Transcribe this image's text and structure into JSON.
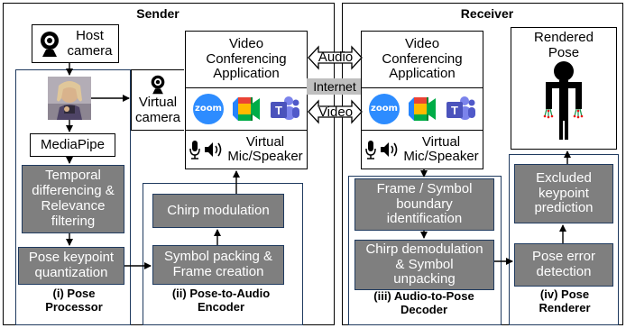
{
  "colors": {
    "gray_box": "#7f7f7f",
    "zoom_blue": "#2d8cff",
    "teams_purple": "#5b5fc7",
    "meet_green": "#00ac47",
    "meet_yellow": "#ffba00",
    "meet_red": "#ea4335",
    "meet_blue": "#2684fc",
    "internet_gray": "#bfbfbf",
    "frame_stroke": "#000000"
  },
  "sender": {
    "title": "Sender",
    "host_camera": "Host\ncamera",
    "virtual_camera": "Virtual\ncamera",
    "vc_app": "Video\nConferencing\nApplication",
    "virtual_mic_speaker": "Virtual\nMic/Speaker",
    "mediapipe": "MediaPipe",
    "temporal": "Temporal\ndifferencing &\nRelevance\nfiltering",
    "quantization": "Pose keypoint\nquantization",
    "chirp_mod": "Chirp modulation",
    "symbol_packing": "Symbol packing &\nFrame creation",
    "caption_processor": "(i) Pose\nProcessor",
    "caption_encoder": "(ii) Pose-to-Audio\nEncoder"
  },
  "channel": {
    "audio": "Audio",
    "internet": "Internet",
    "video": "Video"
  },
  "receiver": {
    "title": "Receiver",
    "vc_app": "Video\nConferencing\nApplication",
    "virtual_mic_speaker": "Virtual\nMic/Speaker",
    "rendered_pose": "Rendered\nPose",
    "boundary": "Frame / Symbol\nboundary\nidentification",
    "chirp_demod": "Chirp demodulation\n& Symbol\nunpacking",
    "excluded": "Excluded\nkeypoint\nprediction",
    "pose_error": "Pose error\ndetection",
    "caption_decoder": "(iii) Audio-to-Pose\nDecoder",
    "caption_renderer": "(iv) Pose\nRenderer"
  },
  "logos": {
    "zoom_word": "zoom",
    "teams_letter": "T"
  },
  "icons": [
    "webcam-icon",
    "microphone-icon",
    "speaker-icon",
    "zoom-logo-icon",
    "google-meet-logo-icon",
    "microsoft-teams-logo-icon",
    "person-photo-icon",
    "stick-figure-icon"
  ]
}
